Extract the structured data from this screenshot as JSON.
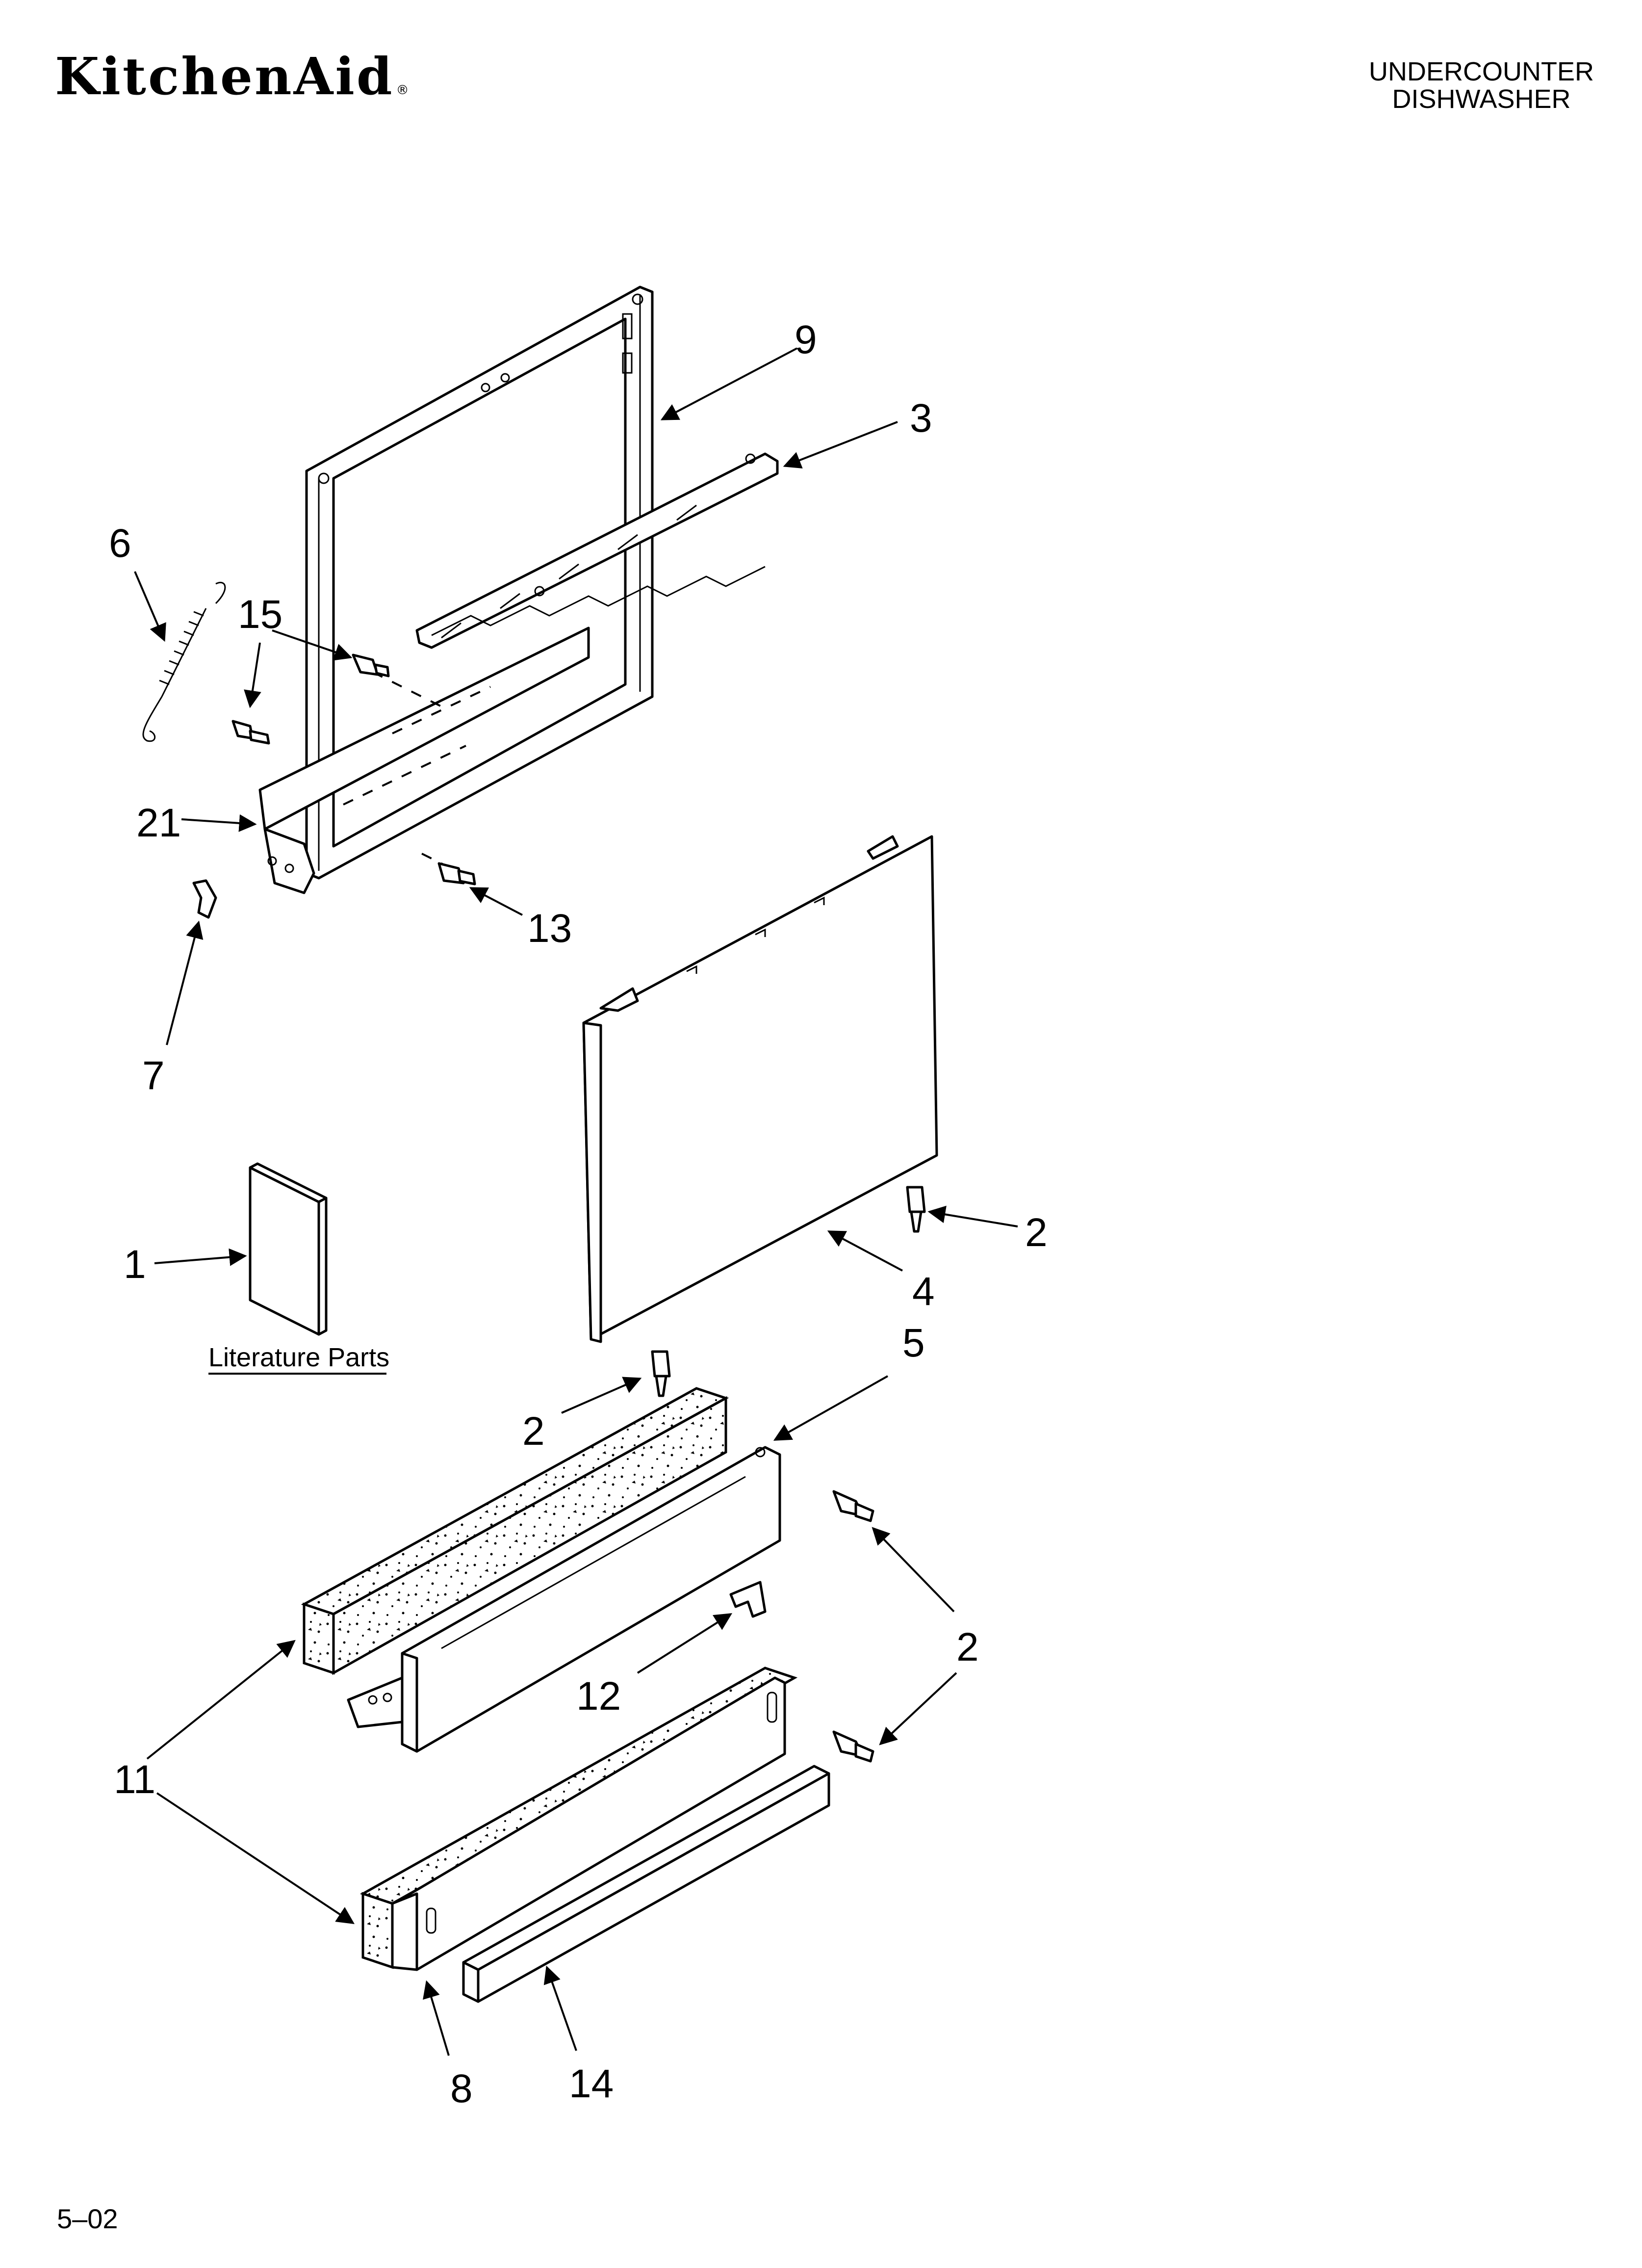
{
  "header": {
    "brand": "KitchenAid",
    "brand_mark": "®",
    "title_line1": "UNDERCOUNTER",
    "title_line2": "DISHWASHER"
  },
  "callouts": {
    "c9": "9",
    "c3": "3",
    "c6": "6",
    "c15": "15",
    "c21": "21",
    "c13": "13",
    "c7": "7",
    "c1": "1",
    "c2a": "2",
    "c4": "4",
    "c5": "5",
    "c2b": "2",
    "c2c": "2",
    "c12": "12",
    "c11": "11",
    "c8": "8",
    "c14": "14"
  },
  "literature_label": "Literature Parts",
  "footer": {
    "code": "5–02"
  }
}
